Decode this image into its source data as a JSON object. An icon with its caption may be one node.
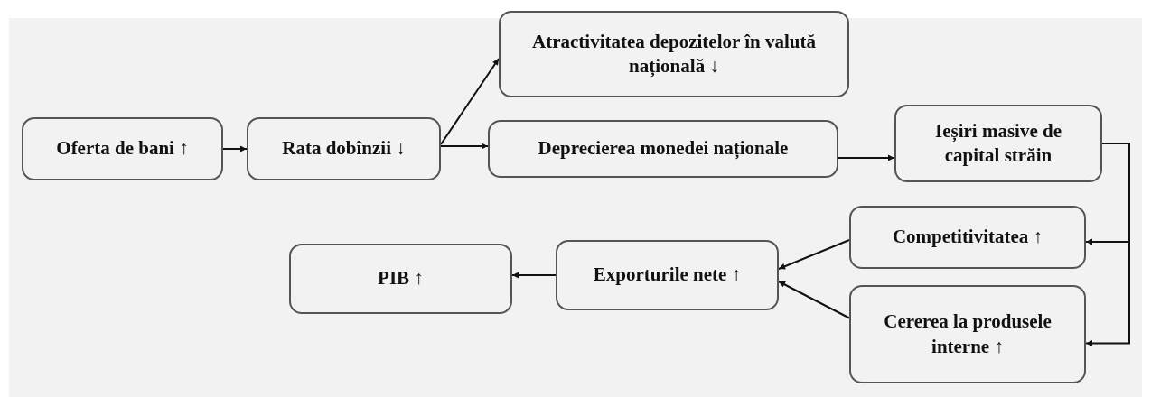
{
  "diagram": {
    "nodes": [
      {
        "text": [
          "Oferta de bani ↑"
        ]
      },
      {
        "text": [
          "Rata dobînzii ↓"
        ]
      },
      {
        "text": [
          "Atractivitatea depozitelor în valută națională ↓"
        ]
      },
      {
        "text": [
          "Deprecierea monedei naționale"
        ]
      },
      {
        "text": [
          "Ieșiri masive de capital străin"
        ]
      },
      {
        "text": [
          "Competitivitatea ↑"
        ]
      },
      {
        "text": [
          "Cererea la produsele interne ↑"
        ]
      },
      {
        "text": [
          "Exporturile nete ↑"
        ]
      },
      {
        "text": [
          "PIB ↑"
        ]
      }
    ],
    "edges": [
      {
        "from": 0,
        "to": 1,
        "arrow": "to"
      },
      {
        "from": 1,
        "to": 2,
        "arrow": "to"
      },
      {
        "from": 1,
        "to": 3,
        "arrow": "to"
      },
      {
        "from": 3,
        "to": 4,
        "arrow": "to"
      },
      {
        "from": 4,
        "to": 5,
        "arrow": "to"
      },
      {
        "from": 4,
        "to": 6,
        "arrow": "to"
      },
      {
        "from": 5,
        "to": 7,
        "arrow": "to"
      },
      {
        "from": 6,
        "to": 7,
        "arrow": "to"
      },
      {
        "from": 7,
        "to": 8,
        "arrow": "to"
      }
    ]
  }
}
